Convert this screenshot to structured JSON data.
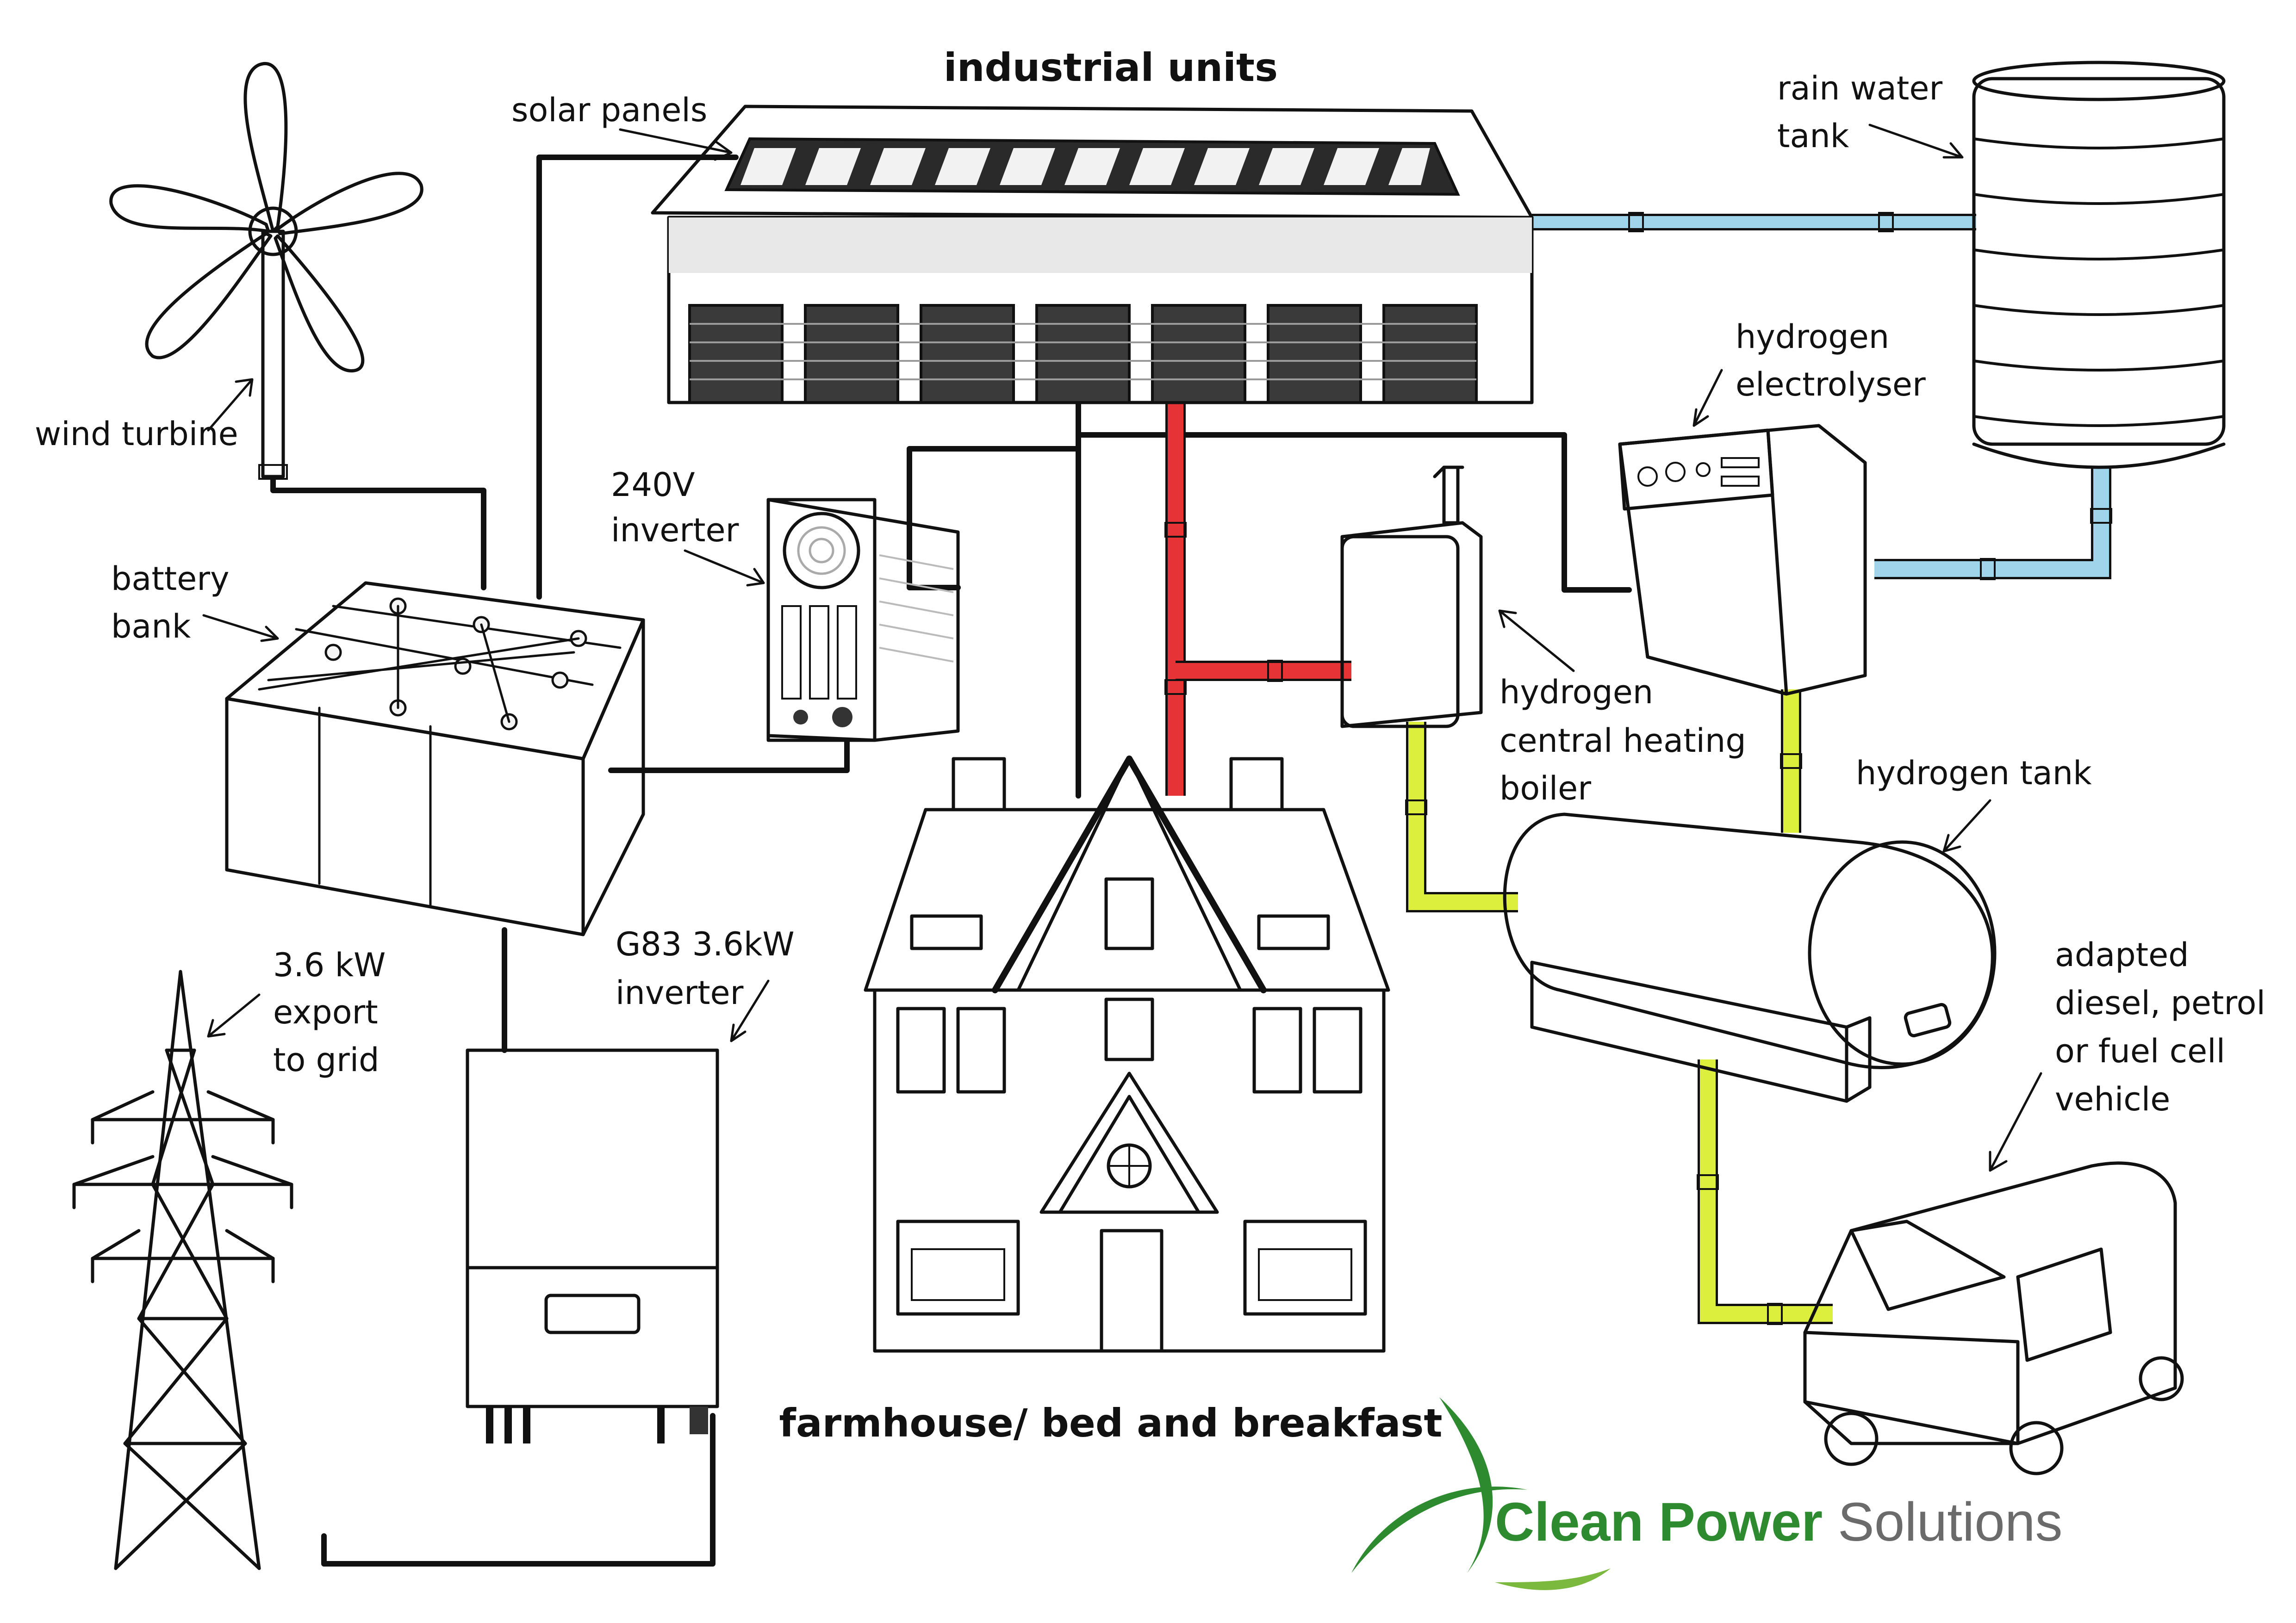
{
  "titles": {
    "industrial": "industrial units",
    "farmhouse": "farmhouse/ bed and breakfast"
  },
  "labels": {
    "solar_panels": "solar panels",
    "rain_water_tank": [
      "rain water",
      "tank"
    ],
    "wind_turbine": "wind turbine",
    "battery_bank": [
      "battery",
      "bank"
    ],
    "inverter_240v": [
      "240V",
      "inverter"
    ],
    "hydrogen_electrolyser": [
      "hydrogen",
      "electrolyser"
    ],
    "hydrogen_boiler": [
      "hydrogen",
      "central heating",
      "boiler"
    ],
    "hydrogen_tank": "hydrogen tank",
    "export_to_grid": [
      "3.6 kW",
      "export",
      "to grid"
    ],
    "g83_inverter": [
      "G83 3.6kW",
      "inverter"
    ],
    "vehicle": [
      "adapted",
      "diesel, petrol",
      "or fuel cell",
      "vehicle"
    ]
  },
  "brand": {
    "name_bold": "Clean Power",
    "name_regular": " Solutions",
    "green": "#2d8a2e",
    "grey": "#6b6b6b"
  },
  "colors": {
    "power_cable": "#111111",
    "hot_water_pipe": "#e63336",
    "rain_water_pipe": "#9fd4ea",
    "hydrogen_pipe": "#dcef3c"
  }
}
